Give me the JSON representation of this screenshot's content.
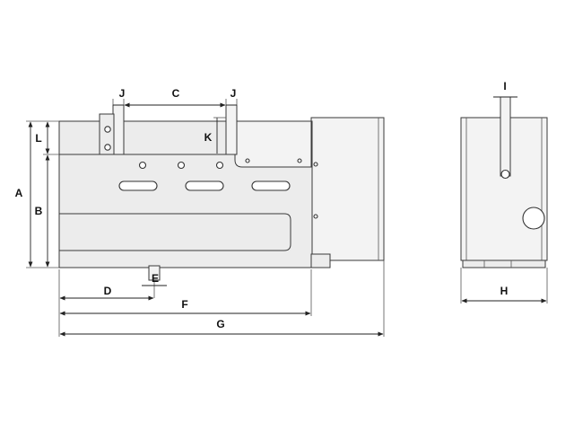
{
  "dimension_labels": {
    "A": "A",
    "B": "B",
    "C": "C",
    "D": "D",
    "E": "E",
    "F": "F",
    "G": "G",
    "H": "H",
    "I": "I",
    "J": "J",
    "K": "K",
    "L": "L"
  },
  "colors": {
    "body_fill": "#ececec",
    "line": "#3a3a3a",
    "dimension_line": "#222222",
    "background": "#ffffff"
  }
}
